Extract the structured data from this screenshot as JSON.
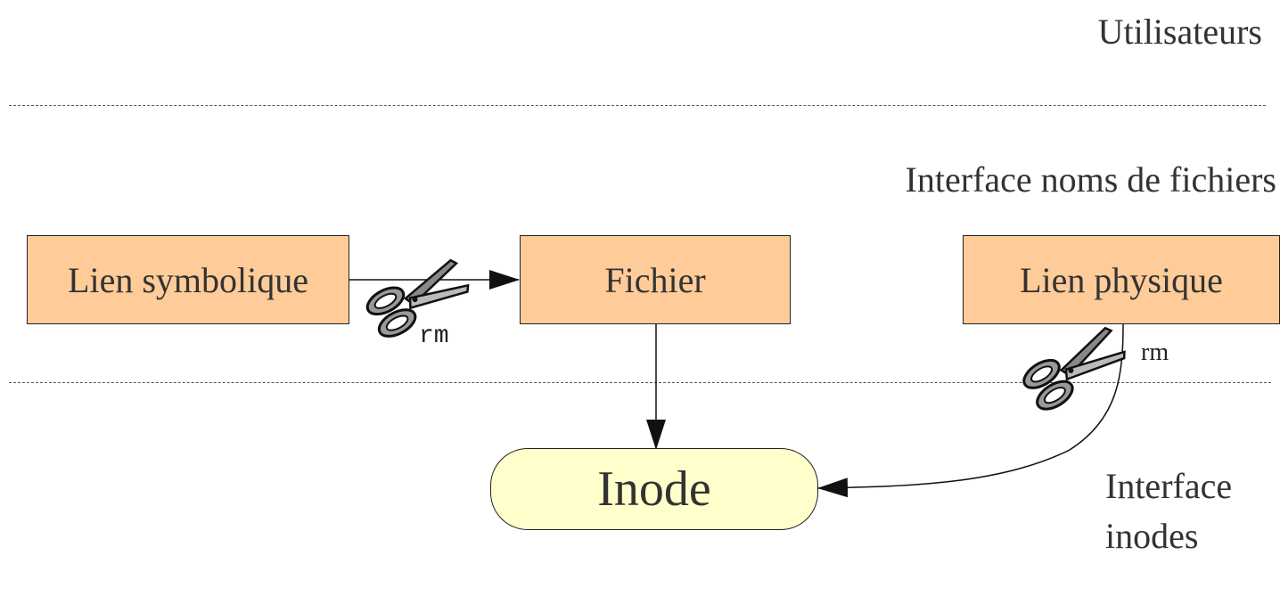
{
  "layers": {
    "users": "Utilisateurs",
    "filenames": "Interface noms de fichiers",
    "inodes": "Interface\ninodes"
  },
  "nodes": {
    "symlink": "Lien symbolique",
    "file": "Fichier",
    "hardlink": "Lien physique",
    "inode": "Inode"
  },
  "cut_labels": {
    "symlink_rm": "rm",
    "hardlink_rm": "rm"
  },
  "colors": {
    "box_fill": "#ffcc99",
    "inode_fill": "#ffffcc",
    "stroke": "#222222",
    "text": "#333333"
  },
  "icons": [
    "scissors-icon",
    "scissors-icon"
  ]
}
